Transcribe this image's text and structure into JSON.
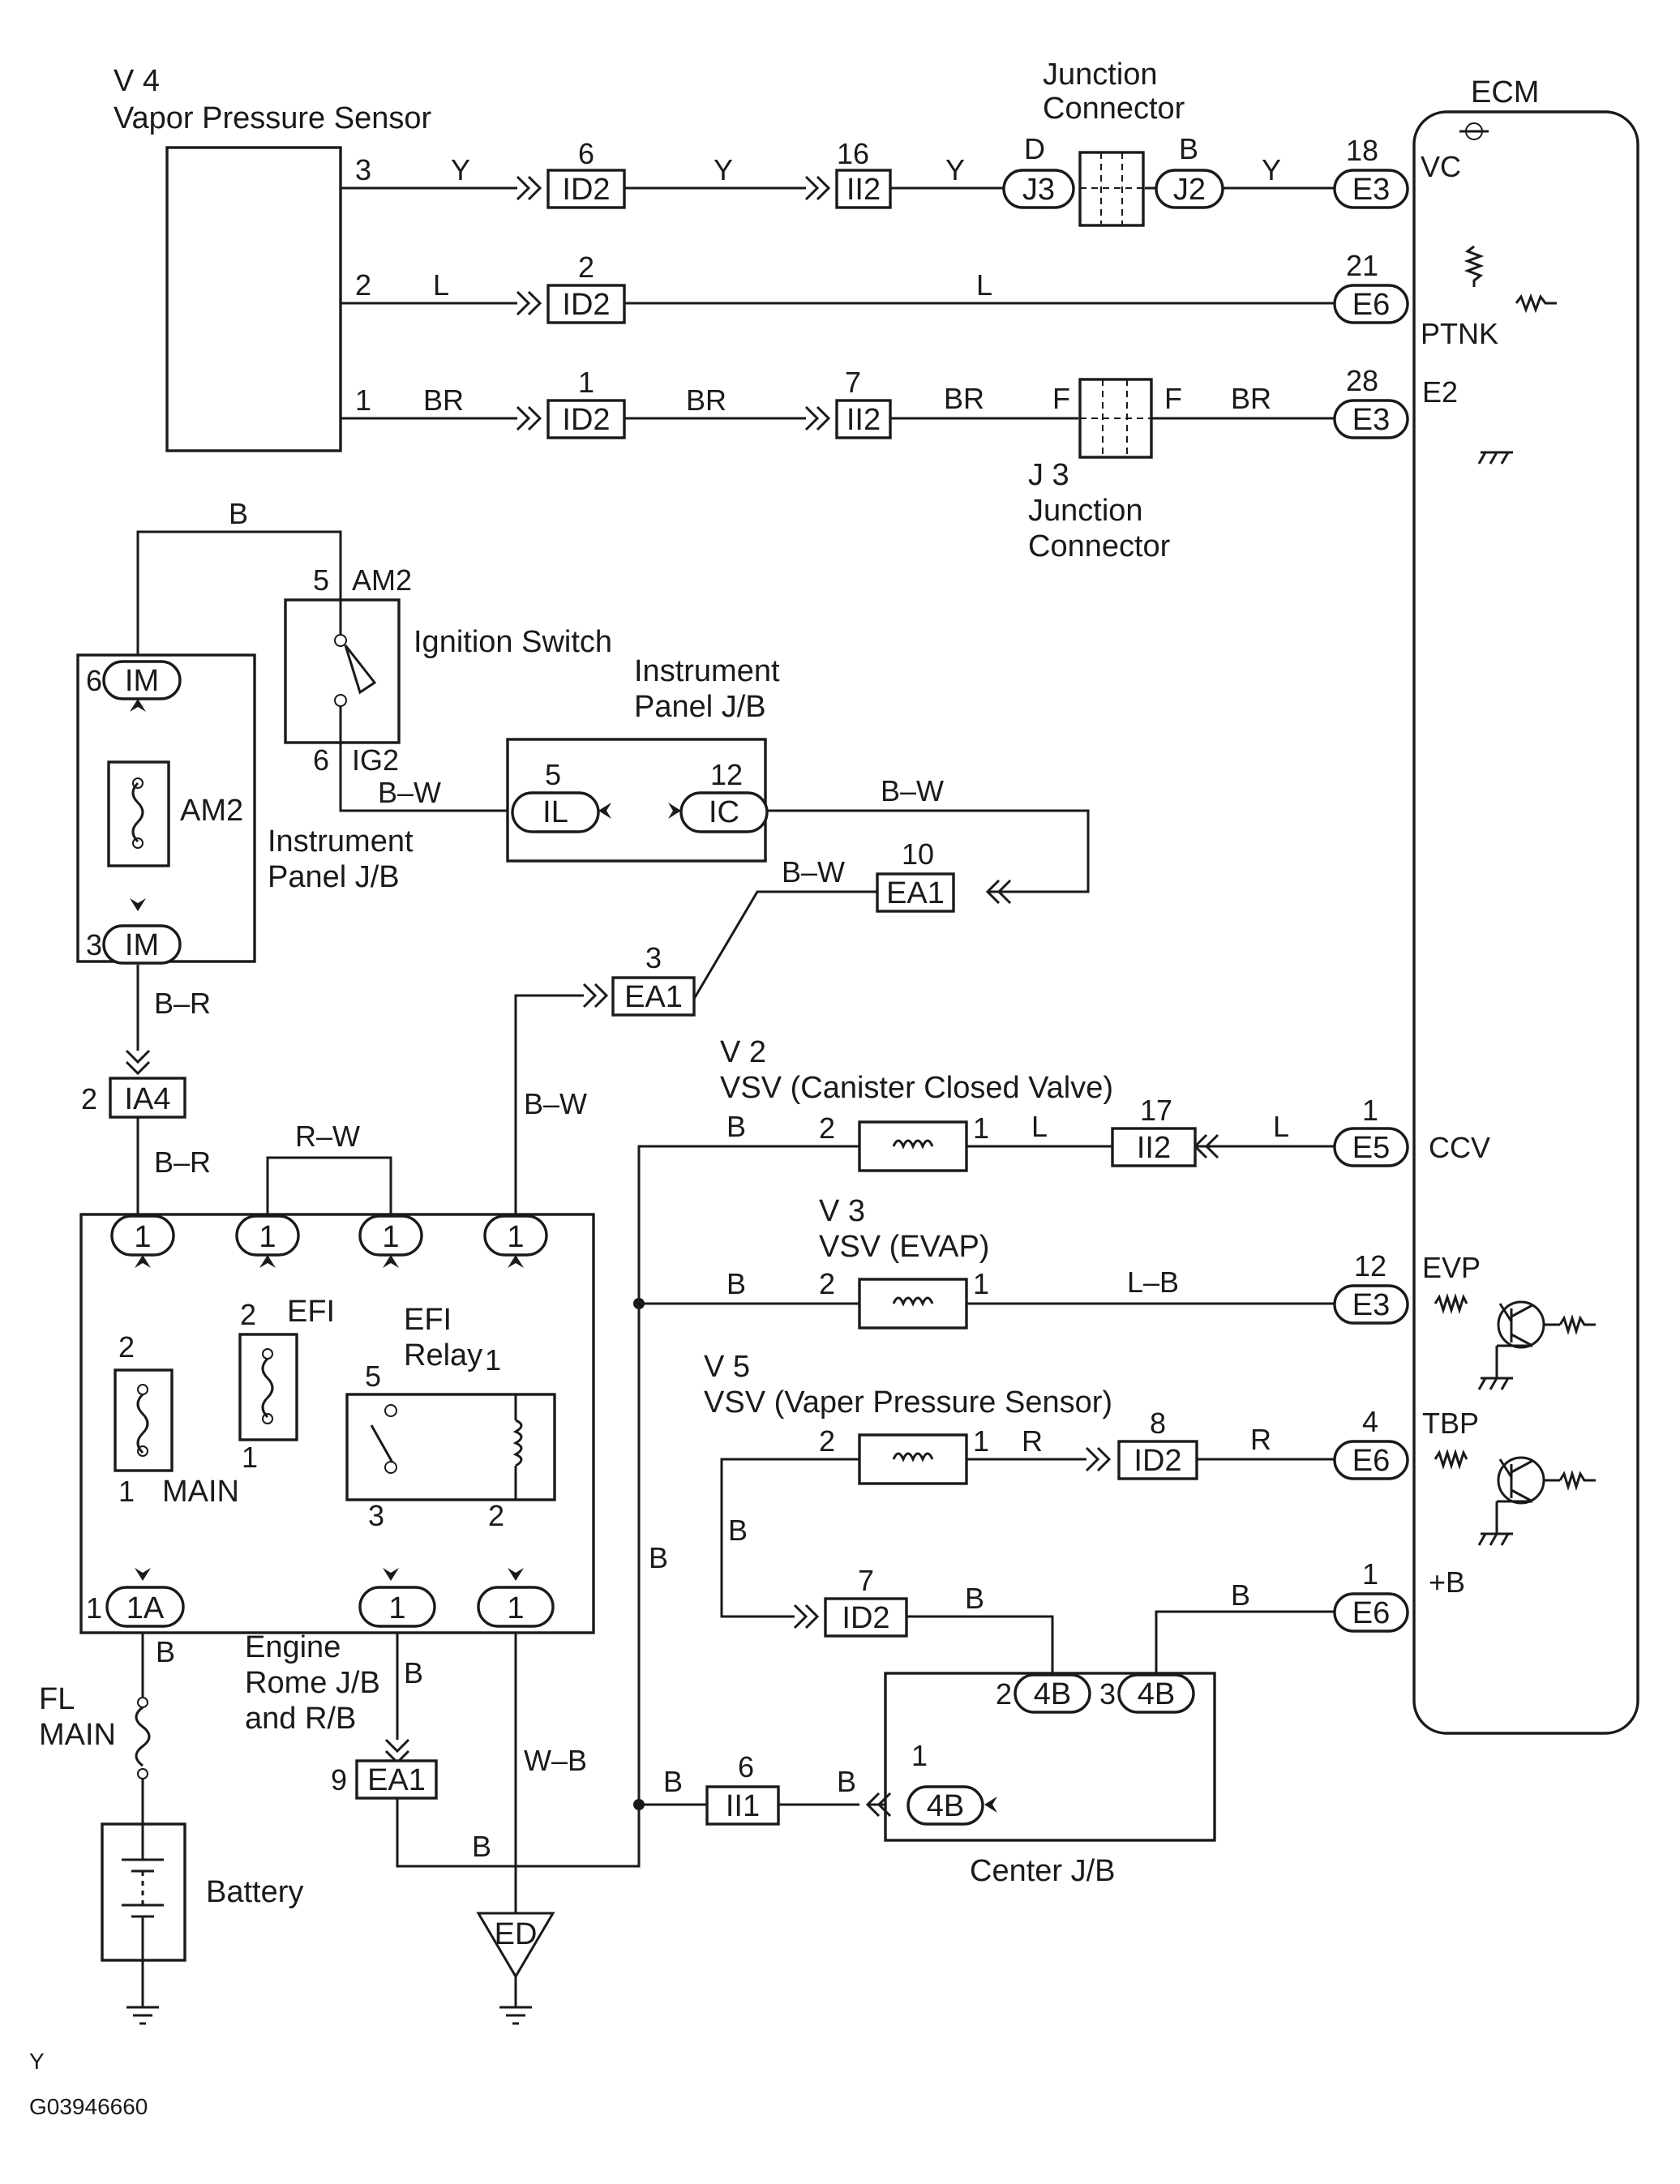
{
  "labels": {
    "v4_code": "V 4",
    "v4_name": "Vapor Pressure Sensor",
    "jc_top_1": "Junction",
    "jc_top_2": "Connector",
    "ecm": "ECM",
    "j3_code": "J 3",
    "j3_1": "Junction",
    "j3_2": "Connector",
    "ig_switch": "Ignition Switch",
    "ipjb_a_1": "Instrument",
    "ipjb_a_2": "Panel J/B",
    "ipjb_b_1": "Instrument",
    "ipjb_b_2": "Panel J/B",
    "am2_fuse": "AM2",
    "efi_fuse": "EFI",
    "main_fuse": "MAIN",
    "efi_relay_1": "EFI",
    "efi_relay_2": "Relay",
    "erjb_1": "Engine",
    "erjb_2": "Rome J/B",
    "erjb_3": "and R/B",
    "fl_1": "FL",
    "fl_2": "MAIN",
    "battery": "Battery",
    "v2_code": "V 2",
    "v2_name": "VSV (Canister Closed Valve)",
    "v3_code": "V 3",
    "v3_name": "VSV (EVAP)",
    "v5_code": "V 5",
    "v5_name": "VSV (Vaper Pressure Sensor)",
    "center_jb": "Center J/B",
    "ground_ed": "ED"
  },
  "signals": {
    "vc": "VC",
    "ptnk": "PTNK",
    "e2": "E2",
    "ccv": "CCV",
    "evp": "EVP",
    "tbp": "TBP",
    "plus_b": "+B"
  },
  "connectors": {
    "id2_top": {
      "id": "ID2",
      "pin": "6"
    },
    "ii2_top": {
      "id": "II2",
      "pin": "16"
    },
    "j3_d": {
      "id": "J3",
      "pin": "D"
    },
    "j2_b": {
      "id": "J2",
      "pin": "B"
    },
    "e3_18": {
      "id": "E3",
      "pin": "18"
    },
    "id2_mid": {
      "id": "ID2",
      "pin": "2"
    },
    "e6_21": {
      "id": "E6",
      "pin": "21"
    },
    "id2_low": {
      "id": "ID2",
      "pin": "1"
    },
    "ii2_low": {
      "id": "II2",
      "pin": "7"
    },
    "e3_28": {
      "id": "E3",
      "pin": "28"
    },
    "im_6": {
      "id": "IM",
      "pin": "6"
    },
    "im_3": {
      "id": "IM",
      "pin": "3"
    },
    "il_5": {
      "id": "IL",
      "pin": "5"
    },
    "ic_12": {
      "id": "IC",
      "pin": "12"
    },
    "ea1_10": {
      "id": "EA1",
      "pin": "10"
    },
    "ea1_3": {
      "id": "EA1",
      "pin": "3"
    },
    "ia4_2": {
      "id": "IA4",
      "pin": "2"
    },
    "ii2_17": {
      "id": "II2",
      "pin": "17"
    },
    "e5_1": {
      "id": "E5",
      "pin": "1"
    },
    "e3_12": {
      "id": "E3",
      "pin": "12"
    },
    "id2_8": {
      "id": "ID2",
      "pin": "8"
    },
    "e6_4": {
      "id": "E6",
      "pin": "4"
    },
    "id2_7": {
      "id": "ID2",
      "pin": "7"
    },
    "e6_1": {
      "id": "E6",
      "pin": "1"
    },
    "b4_2": {
      "id": "4B",
      "pin": "2"
    },
    "b4_3": {
      "id": "4B",
      "pin": "3"
    },
    "b4_1": {
      "id": "4B",
      "pin": "1"
    },
    "ii1_6": {
      "id": "II1",
      "pin": "6"
    },
    "ea1_9": {
      "id": "EA1",
      "pin": "9"
    },
    "a1_1": {
      "id": "1A",
      "pin": "1"
    },
    "jb_top_1": {
      "id": "1"
    },
    "jb_top_2": {
      "id": "1"
    },
    "jb_top_3": {
      "id": "1"
    },
    "jb_top_4": {
      "id": "1"
    },
    "jb_bot_relay": {
      "id": "1"
    },
    "jb_bot_coil": {
      "id": "1"
    }
  },
  "pins": {
    "v4_p3": "3",
    "v4_p2": "2",
    "v4_p1": "1",
    "j_f_left": "F",
    "j_f_right": "F",
    "am2_sw_pin": "5",
    "am2_sw_label": "AM2",
    "ig2_pin": "6",
    "ig2_label": "IG2",
    "main_top": "2",
    "main_bot": "1",
    "efi_top": "2",
    "efi_bot": "1",
    "relay_5": "5",
    "relay_1": "1",
    "relay_3": "3",
    "relay_2": "2",
    "v2_p2": "2",
    "v2_p1": "1",
    "v3_p2": "2",
    "v3_p1": "1",
    "v5_p2": "2",
    "v5_p1": "1"
  },
  "wires": {
    "y1": "Y",
    "y2": "Y",
    "y3": "Y",
    "y4": "Y",
    "l_ptnk_a": "L",
    "l_ptnk_b": "L",
    "br1": "BR",
    "br2": "BR",
    "br3": "BR",
    "br4": "BR",
    "b_top": "B",
    "bw_ig2": "B–W",
    "bw_ic": "B–W",
    "bw_ea10": "B–W",
    "bw_vert": "B–W",
    "br_am2": "B–R",
    "br_ia4": "B–R",
    "rw": "R–W",
    "b_v2": "B",
    "l_v2": "L",
    "l_ccv": "L",
    "b_v3": "B",
    "lb_v3": "L–B",
    "r_v5": "R",
    "r_tbp": "R",
    "b_v5loop": "B",
    "b_id2_7": "B",
    "b_e6": "B",
    "b_vert": "B",
    "b_ii1": "B",
    "b_ii1_right": "B",
    "b_fl": "B",
    "b_ea9": "B",
    "b_bottom": "B",
    "wb": "W–B"
  },
  "footer": {
    "code_letter": "Y",
    "figure_id": "G03946660"
  }
}
